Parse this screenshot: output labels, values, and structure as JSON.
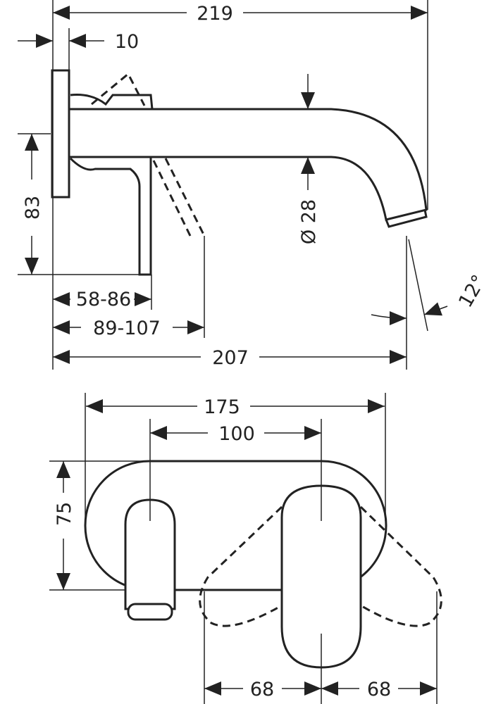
{
  "title": "Wall-mounted basin mixer dimension drawing",
  "side_view": {
    "overall_depth": "219",
    "plate_thickness": "10",
    "height_to_lever": "83",
    "pipe_diameter": "Ø 28",
    "lever_range": "58-86",
    "lever_open_range": "89-107",
    "spout_projection": "207",
    "spout_angle": "12°"
  },
  "front_view": {
    "plate_width": "175",
    "axis_distance": "100",
    "plate_height": "75",
    "lever_swing_left": "68",
    "lever_swing_right": "68"
  }
}
